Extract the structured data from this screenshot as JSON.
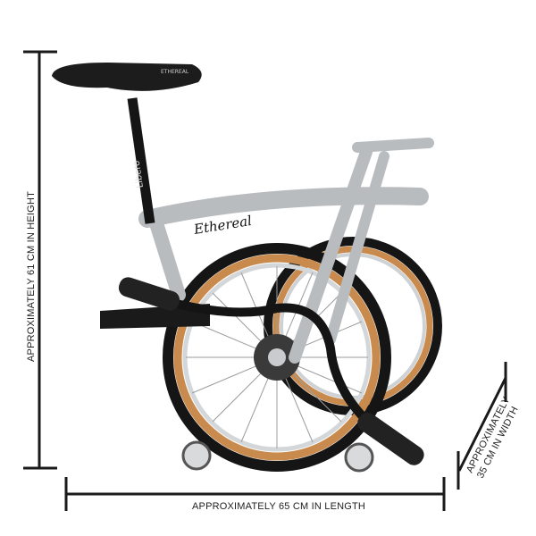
{
  "dimensions": {
    "height_label": "APPROXIMATELY 61 CM IN HEIGHT",
    "length_label": "APPROXIMATELY 65 CM IN LENGTH",
    "width_label_line1": "APPROXIMATELY",
    "width_label_line2": "35 CM IN WIDTH"
  },
  "bike": {
    "frame_brand": "Ethereal",
    "seat_brand": "ETHEREAL",
    "seatpost_text": "Libero",
    "frame_color": "#b9bcbf",
    "tire_sidewall_color": "#c98a4e"
  }
}
